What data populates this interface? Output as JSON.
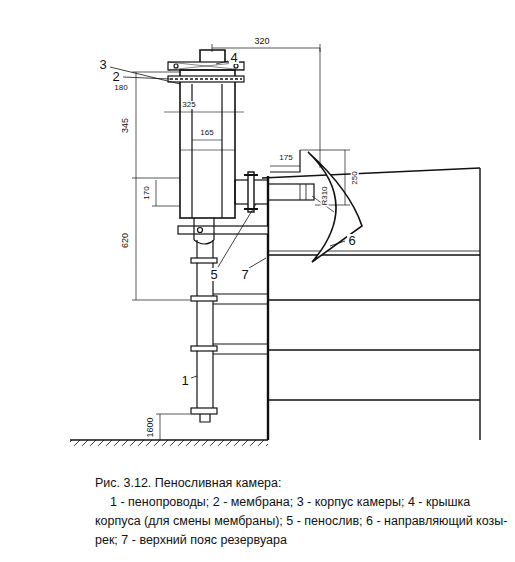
{
  "diagram": {
    "title": "Рис. 3.12. Пеносливная камера:",
    "caption": "1 - пенопроводы; 2 - мембрана; 3 - корпус камеры; 4 - крышка корпуса (для смены мембраны); 5 - пенослив; 6 - направляющий козы-рек; 7 - верхний пояс резервуара",
    "labels": [
      "3",
      "4",
      "320",
      "180",
      "2",
      "325",
      "345",
      "165",
      "175",
      "250",
      "R310",
      "170",
      "620",
      "6",
      "5",
      "7",
      "1",
      "1600"
    ]
  }
}
